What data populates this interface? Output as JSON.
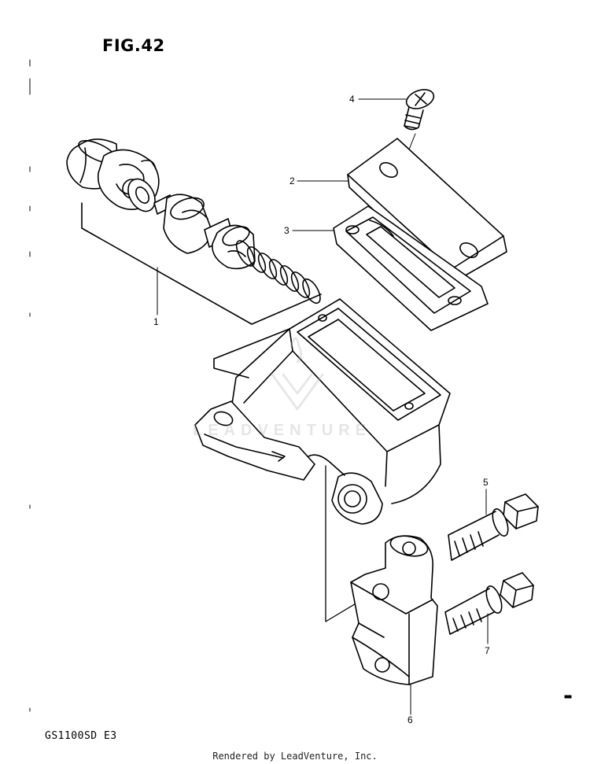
{
  "figure": {
    "title": "FIG.42",
    "model_code": "GS1100SD  E3",
    "footer": "Rendered by LeadVenture, Inc.",
    "watermark": "LEADVENTURE",
    "callouts": [
      "1",
      "2",
      "3",
      "4",
      "5",
      "6",
      "7"
    ]
  },
  "colors": {
    "line": "#000000",
    "background": "#ffffff",
    "watermark": "#999999"
  }
}
